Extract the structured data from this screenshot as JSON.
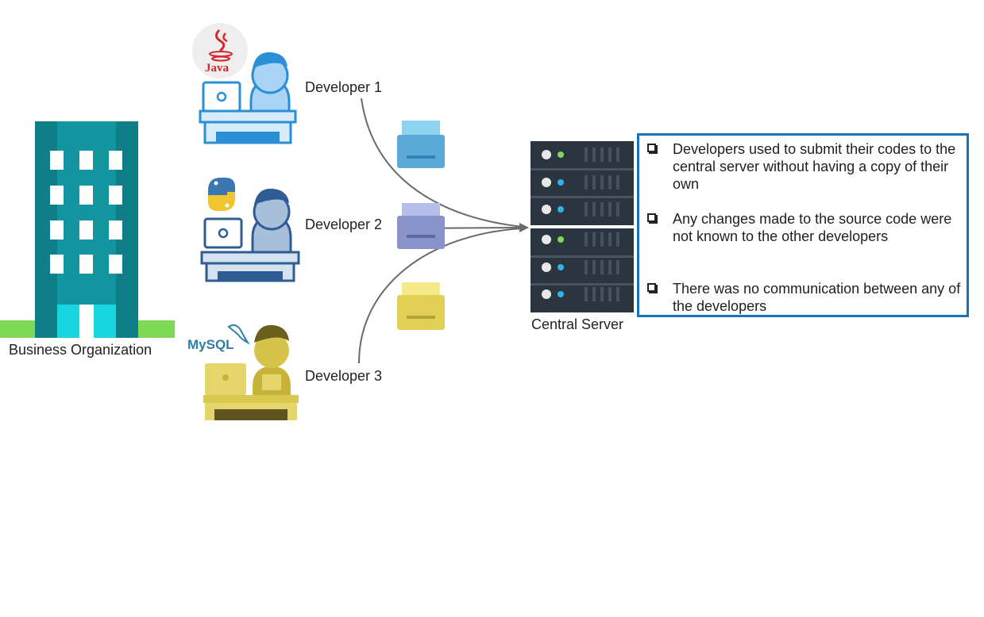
{
  "organization": {
    "label": "Business Organization",
    "building_color": "#13959f",
    "ground_color": "#7ed957"
  },
  "developers": [
    {
      "label": "Developer 1",
      "language_logo": "java-logo",
      "logo_text": "Java",
      "color": "#2b8fd6"
    },
    {
      "label": "Developer 2",
      "language_logo": "python-logo",
      "color": "#4a7fc1"
    },
    {
      "label": "Developer 3",
      "language_logo": "mysql-logo",
      "logo_text": "MySQL",
      "color": "#d9c94e"
    }
  ],
  "server": {
    "label": "Central Server"
  },
  "notes": [
    "Developers used to submit their codes to the central server without having a copy of their own",
    "Any changes made to the source code were not known to the other developers",
    "There was no communication between any of the developers"
  ],
  "colors": {
    "box_border": "#1a73b8",
    "folder_blue": "#5aa9d6",
    "folder_purple": "#8a93c9",
    "folder_yellow": "#e2cf55"
  }
}
